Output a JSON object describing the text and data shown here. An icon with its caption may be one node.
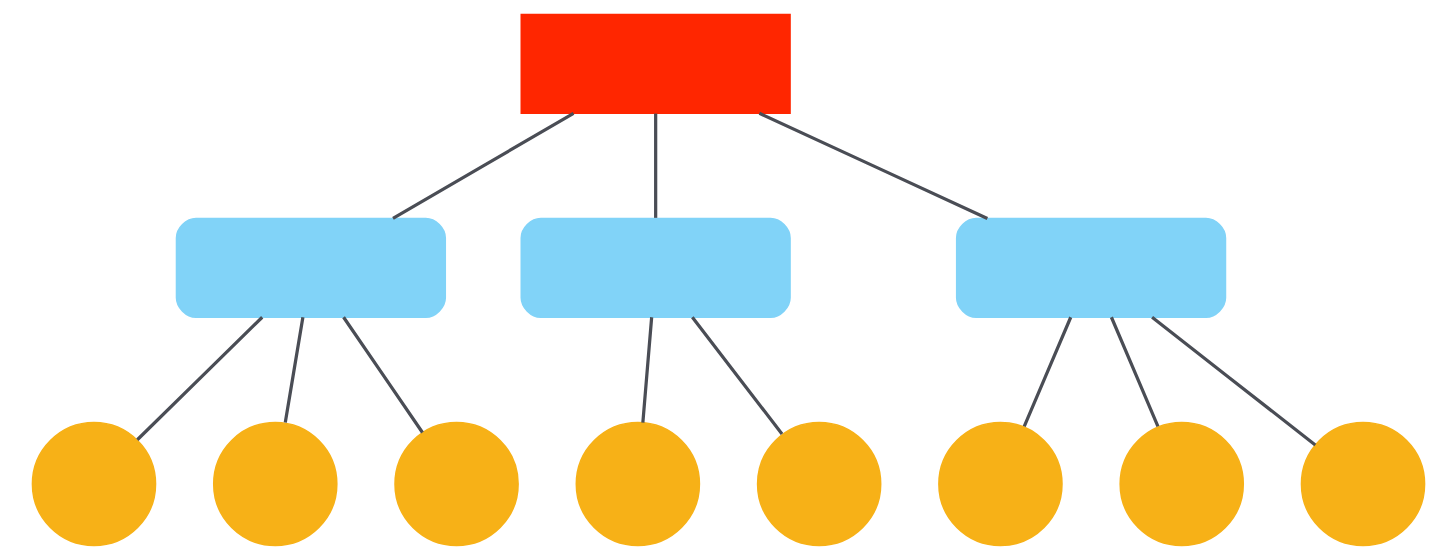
{
  "diagram": {
    "nodes": [
      {
        "text": [],
        "shape": "box"
      },
      {
        "text": [],
        "shape": "box"
      },
      {
        "text": [],
        "shape": "box"
      },
      {
        "text": [],
        "shape": "box"
      },
      {
        "text": [],
        "shape": "circle"
      },
      {
        "text": [],
        "shape": "circle"
      },
      {
        "text": [],
        "shape": "circle"
      },
      {
        "text": [],
        "shape": "circle"
      },
      {
        "text": [],
        "shape": "circle"
      },
      {
        "text": [],
        "shape": "circle"
      },
      {
        "text": [],
        "shape": "circle"
      },
      {
        "text": [],
        "shape": "circle"
      }
    ],
    "edges": [
      {
        "from": 0,
        "to": 1,
        "arrow": "none"
      },
      {
        "from": 0,
        "to": 2,
        "arrow": "none"
      },
      {
        "from": 0,
        "to": 3,
        "arrow": "none"
      },
      {
        "from": 1,
        "to": 4,
        "arrow": "none"
      },
      {
        "from": 1,
        "to": 5,
        "arrow": "none"
      },
      {
        "from": 1,
        "to": 6,
        "arrow": "none"
      },
      {
        "from": 2,
        "to": 7,
        "arrow": "none"
      },
      {
        "from": 2,
        "to": 8,
        "arrow": "none"
      },
      {
        "from": 3,
        "to": 9,
        "arrow": "none"
      },
      {
        "from": 3,
        "to": 10,
        "arrow": "none"
      },
      {
        "from": 3,
        "to": 11,
        "arrow": "none"
      }
    ]
  }
}
